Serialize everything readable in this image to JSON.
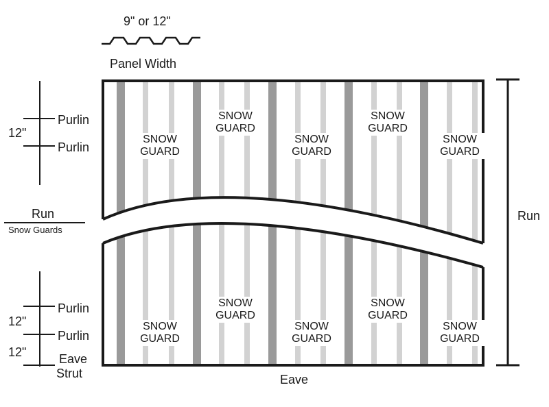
{
  "panel_width": {
    "dimension": "9\" or 12\"",
    "label": "Panel Width"
  },
  "left_top": {
    "dimension": "12\"",
    "purlin_1": "Purlin",
    "purlin_2": "Purlin"
  },
  "fraction": {
    "numerator": "Run",
    "denominator": "Snow Guards"
  },
  "left_bottom": {
    "dimension_1": "12\"",
    "dimension_2": "12\"",
    "purlin_1": "Purlin",
    "purlin_2": "Purlin",
    "eave_strut_1": "Eave",
    "eave_strut_2": "Strut"
  },
  "run_label": "Run",
  "eave_label": "Eave",
  "snow_guard": {
    "line1": "SNOW",
    "line2": "GUARD"
  },
  "colors": {
    "line": "#1a1a1a",
    "rib_major": "#9a9a9a",
    "rib_minor": "#d2d2d2",
    "background": "#ffffff"
  }
}
